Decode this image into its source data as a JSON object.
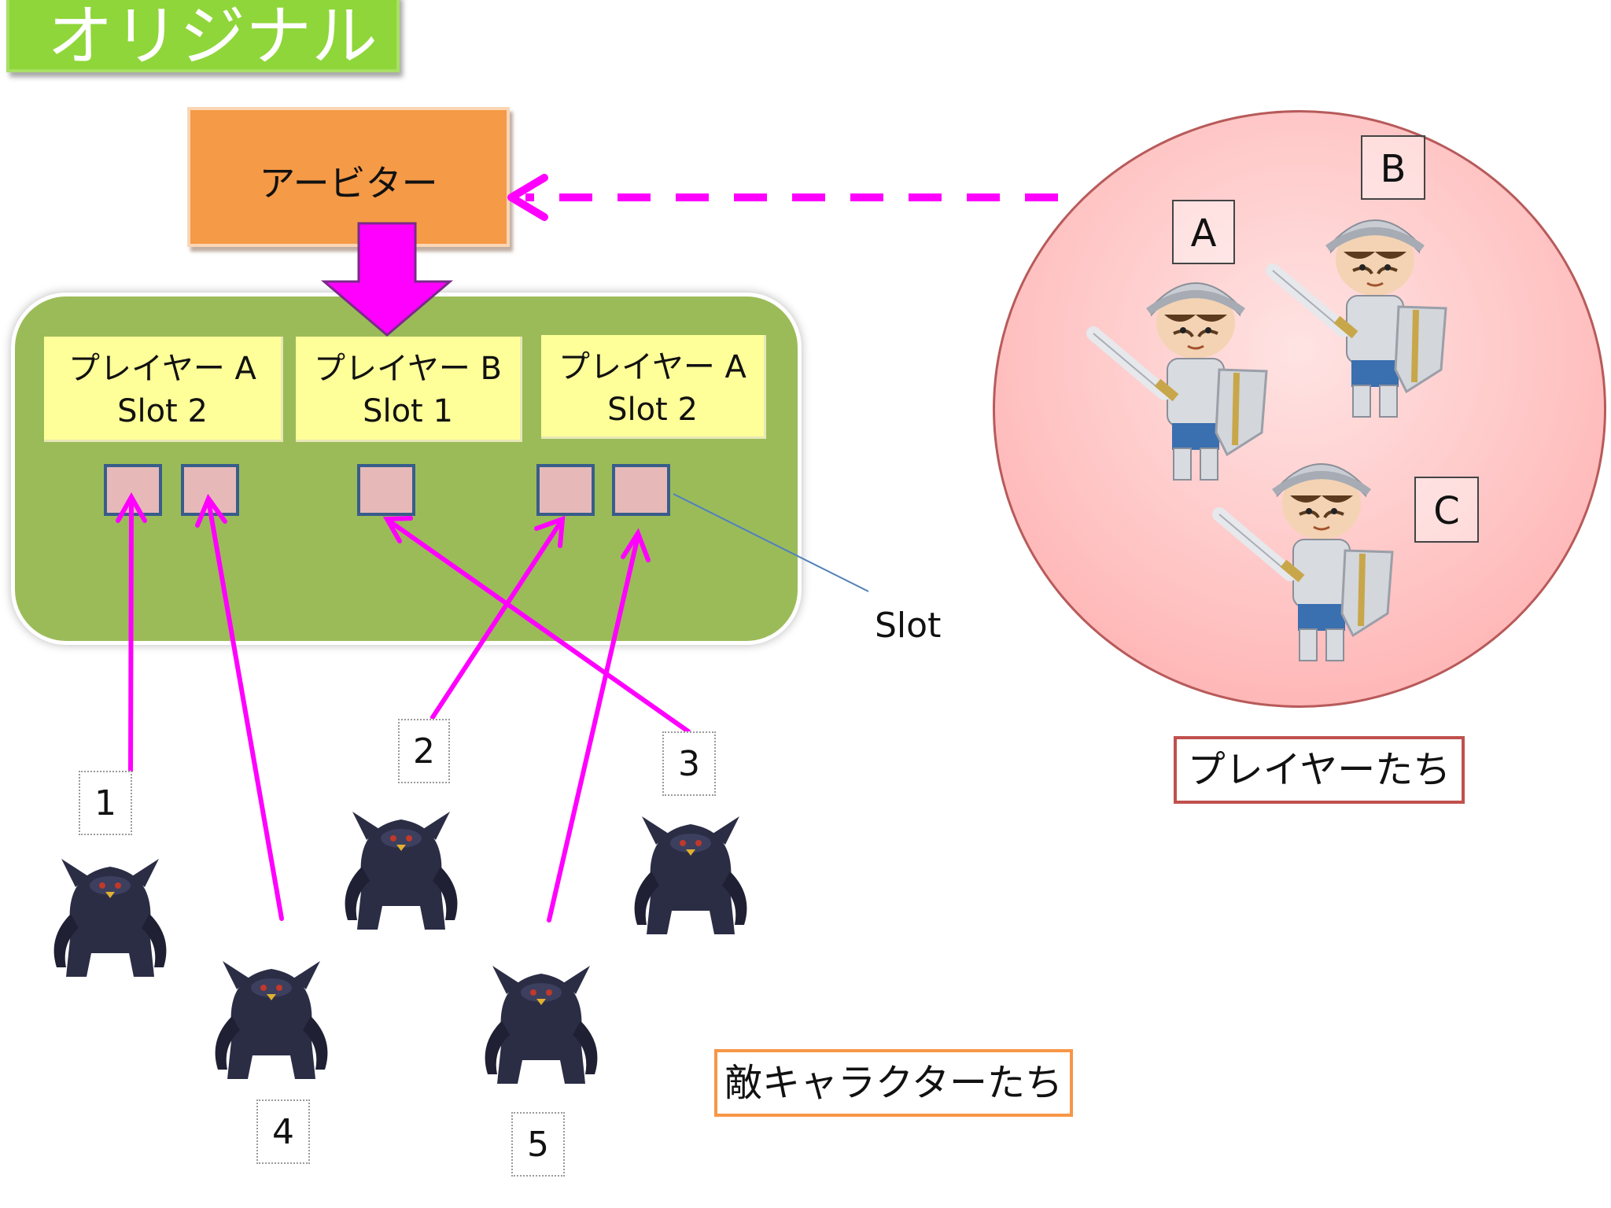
{
  "title": "オリジナル",
  "arbiter": {
    "label": "アービター"
  },
  "team_panel": {
    "players": [
      {
        "name": "プレイヤー A",
        "slot": "Slot 2"
      },
      {
        "name": "プレイヤー B",
        "slot": "Slot 1"
      },
      {
        "name": "プレイヤー A",
        "slot": "Slot 2"
      }
    ],
    "slot_callout": "Slot"
  },
  "enemy_labels": [
    "1",
    "2",
    "3",
    "4",
    "5"
  ],
  "players_group": {
    "letters": [
      "A",
      "B",
      "C"
    ],
    "caption": "プレイヤーたち"
  },
  "enemies_caption": "敵キャラクターたち",
  "colors": {
    "arrow": "#ff00ff",
    "panel": "#9bbb59",
    "slot_fill": "#e6b9b8",
    "slot_border": "#385d8a",
    "arbiter": "#f59a47",
    "title": "#8fd63a",
    "label": "#ffff99"
  }
}
